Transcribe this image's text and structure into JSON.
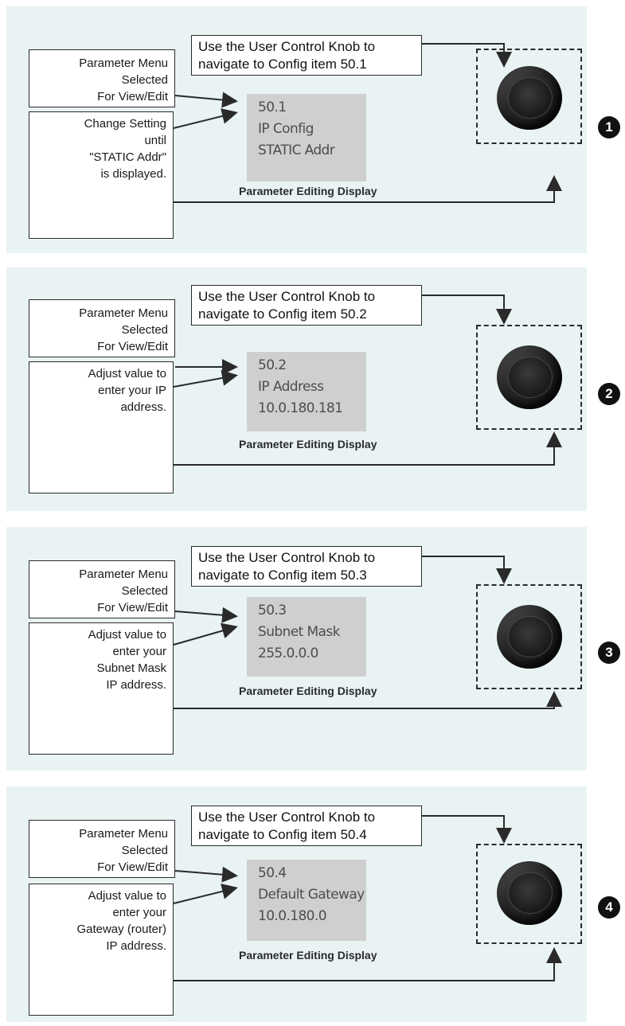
{
  "steps": [
    {
      "number": "1",
      "knob_text_line1": "Use the User Control Knob to",
      "knob_text_line2": "navigate to Config item 50.1",
      "menu_line1": "Parameter Menu",
      "menu_line2": "Selected",
      "menu_line3": "For View/Edit",
      "action_lines": [
        "Change Setting",
        "until",
        "\"STATIC Addr\"",
        "is displayed."
      ],
      "lcd_line1": "50.1",
      "lcd_line2": "IP Config",
      "lcd_line3": "STATIC Addr",
      "caption": "Parameter Editing Display"
    },
    {
      "number": "2",
      "knob_text_line1": "Use the User Control Knob to",
      "knob_text_line2": "navigate to Config item 50.2",
      "menu_line1": "Parameter Menu",
      "menu_line2": "Selected",
      "menu_line3": "For View/Edit",
      "action_lines": [
        "Adjust value to",
        "enter your IP",
        "address."
      ],
      "lcd_line1": "50.2",
      "lcd_line2": "IP Address",
      "lcd_line3": "10.0.180.181",
      "caption": "Parameter Editing Display"
    },
    {
      "number": "3",
      "knob_text_line1": "Use the User Control Knob to",
      "knob_text_line2": "navigate to Config item 50.3",
      "menu_line1": "Parameter Menu",
      "menu_line2": "Selected",
      "menu_line3": "For View/Edit",
      "action_lines": [
        "Adjust value to",
        "enter your",
        "Subnet Mask",
        "IP address."
      ],
      "lcd_line1": "50.3",
      "lcd_line2": "Subnet Mask",
      "lcd_line3": "255.0.0.0",
      "caption": "Parameter Editing Display"
    },
    {
      "number": "4",
      "knob_text_line1": "Use the User Control Knob to",
      "knob_text_line2": "navigate to Config item 50.4",
      "menu_line1": "Parameter Menu",
      "menu_line2": "Selected",
      "menu_line3": "For View/Edit",
      "action_lines": [
        "Adjust value to",
        "enter your",
        "Gateway (router)",
        "IP address."
      ],
      "lcd_line1": "50.4",
      "lcd_line2": "Default Gateway",
      "lcd_line3": "10.0.180.0",
      "caption": "Parameter Editing Display"
    }
  ],
  "colors": {
    "panel_bg": "#e9f3f4",
    "lcd_bg": "#cfcfcf",
    "lcd_text": "#4d4d4d",
    "line": "#2a2a2a",
    "step_badge": "#111111"
  }
}
